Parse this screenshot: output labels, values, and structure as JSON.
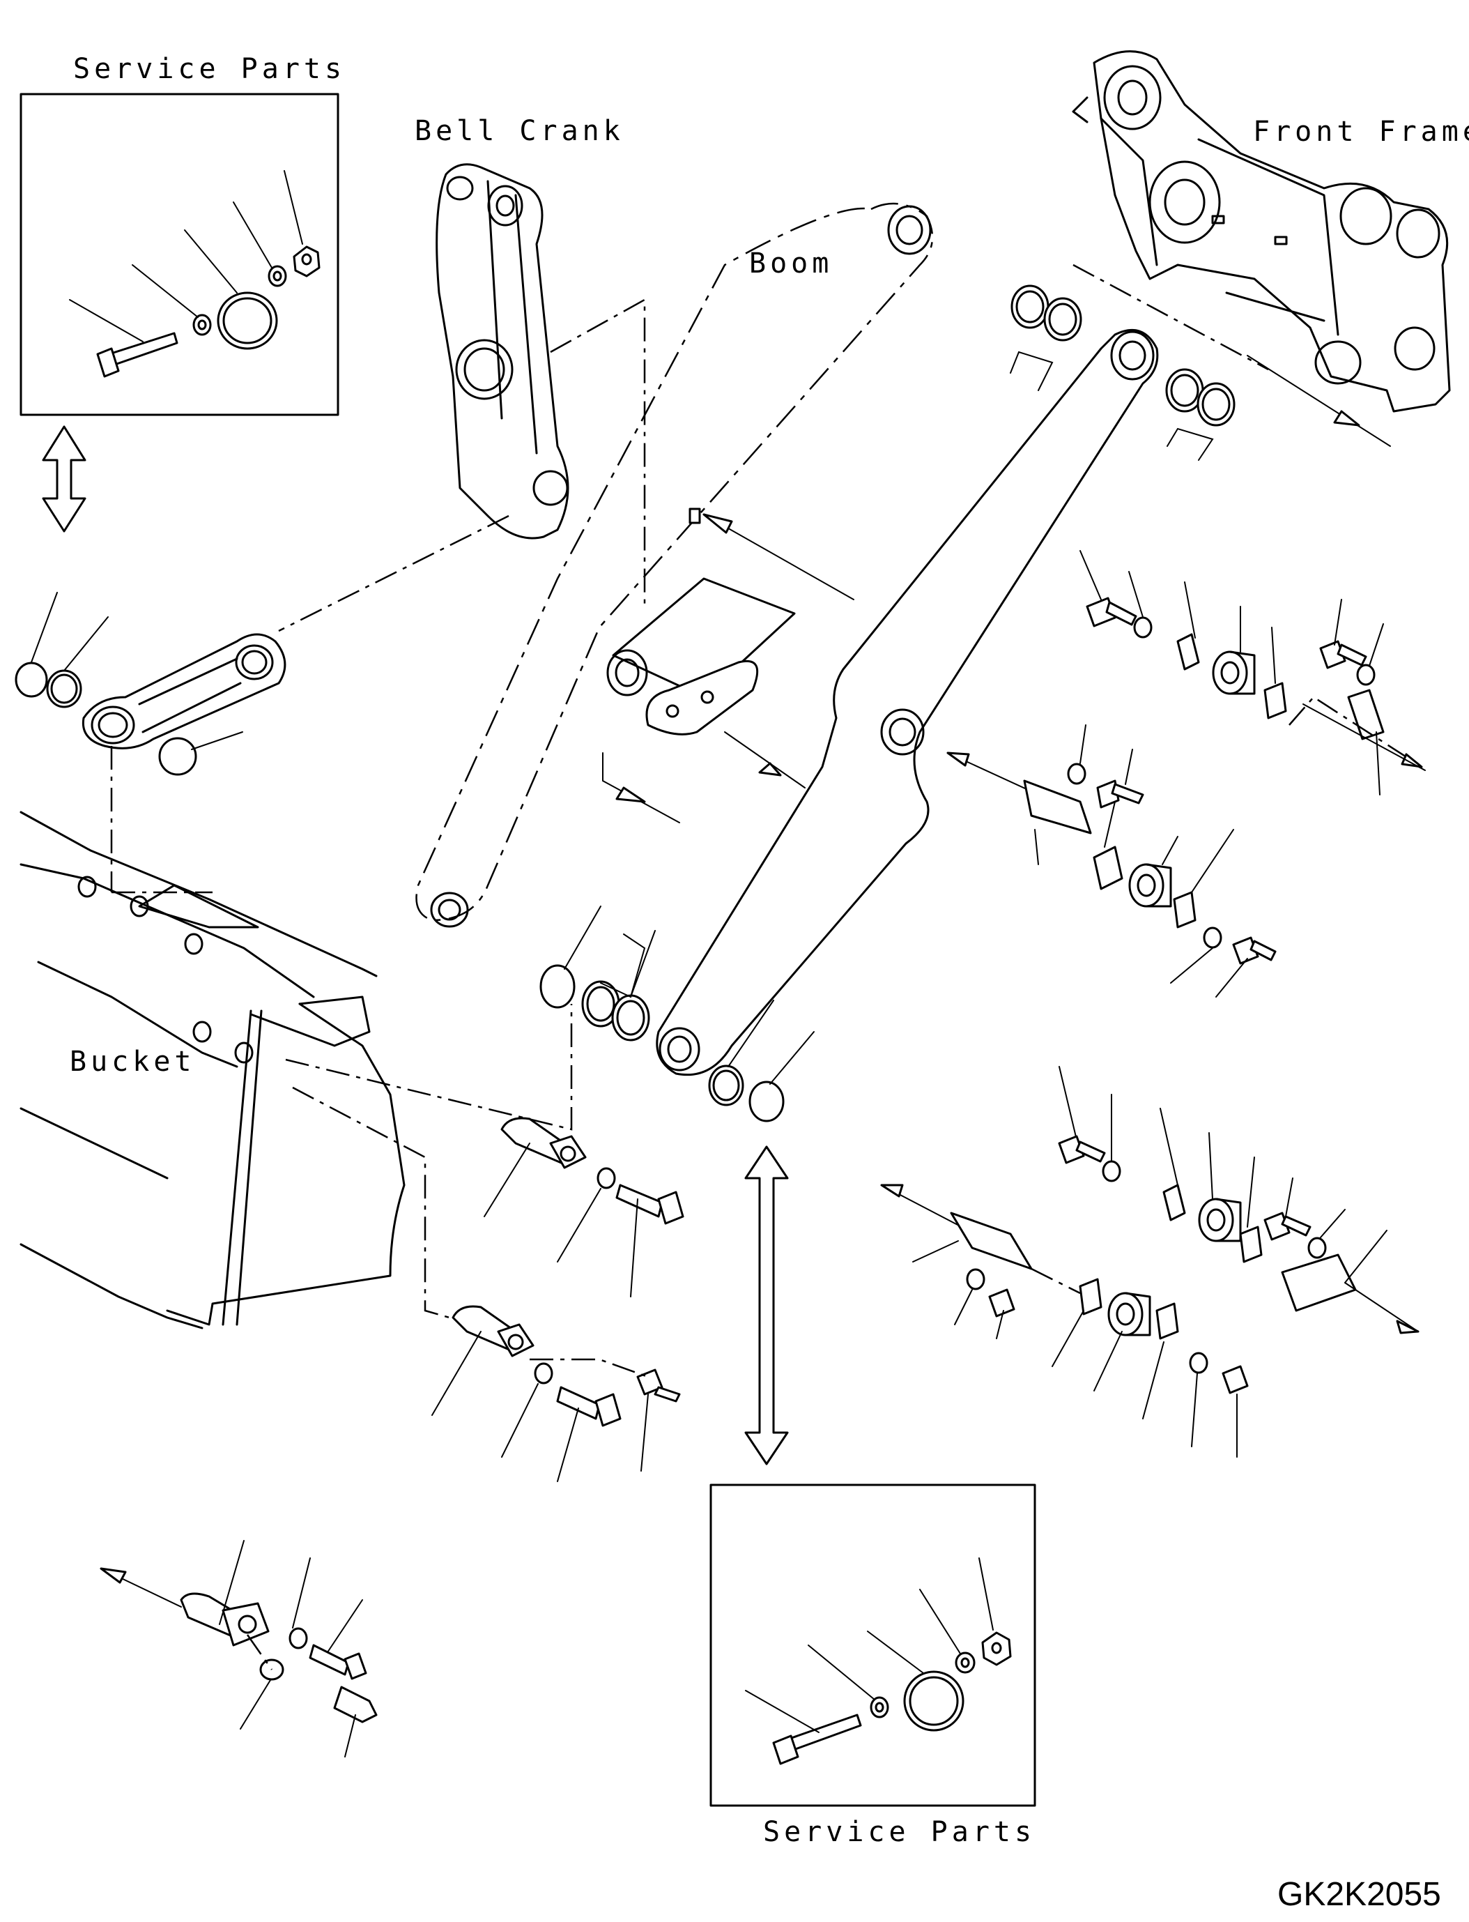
{
  "labels": {
    "service_parts_top": "Service Parts",
    "bell_crank": "Bell Crank",
    "front_frame": "Front Frame",
    "boom": "Boom",
    "bucket": "Bucket",
    "service_parts_bottom": "Service Parts"
  },
  "drawing_code": "GK2K2055",
  "icons": [
    "double-arrow-icon",
    "leader-line-icon",
    "bolt-icon",
    "washer-icon",
    "nut-icon",
    "snap-ring-icon",
    "pin-icon",
    "grease-fitting-icon",
    "bushing-icon",
    "clamp-icon"
  ]
}
